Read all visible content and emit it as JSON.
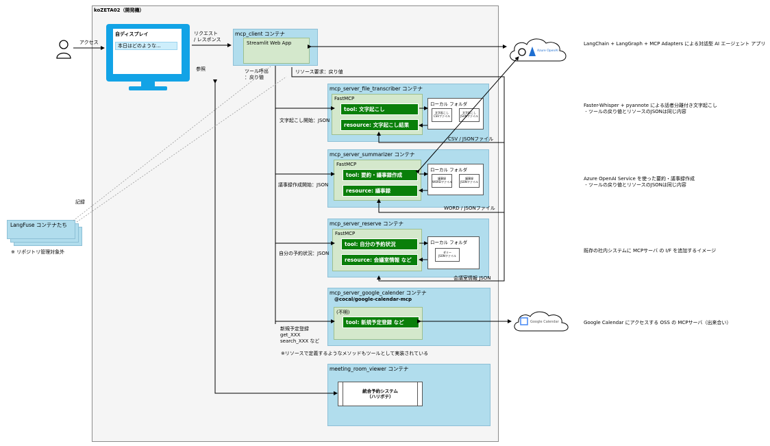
{
  "host": {
    "title": "koZETA02（開発機）"
  },
  "access_label": "アクセス",
  "display": {
    "title": "自ディスプレイ",
    "input_text": "本日はどのような..."
  },
  "request_label": "リクエスト\n/ レスポンス",
  "ref_label": "参照",
  "mcp_client": {
    "title": "mcp_client コンテナ",
    "app": "Streamlit Web App"
  },
  "tool_call_label": "ツール呼出\n：戻り値",
  "resource_label": "リソース要求：戻り値",
  "transcriber": {
    "title": "mcp_server_file_transcriber コンテナ",
    "fastmcp": "FastMCP",
    "tool": "tool: 文字起こし",
    "resource": "resource: 文字起こし結果",
    "folder": "ローカル フォルダ",
    "doc1": "文字起こし\nCSVファイル",
    "doc2": "文字起こし\nJSONファイル",
    "file_label": "CSV / JSONファイル",
    "start_label": "文字起こし開始：JSON"
  },
  "summarizer": {
    "title": "mcp_server_summarizer コンテナ",
    "fastmcp": "FastMCP",
    "tool": "tool: 要約・議事録作成",
    "resource": "resource: 議事録",
    "folder": "ローカル フォルダ",
    "doc1": "議事録\nWORDファイル",
    "doc2": "議事録\nJSONファイル",
    "file_label": "WORD / JSONファイル",
    "start_label": "議事録作成開始：JSON"
  },
  "reserve": {
    "title": "mcp_server_reserve コンテナ",
    "fastmcp": "FastMCP",
    "tool": "tool: 自分の予約状況",
    "resource": "resource: 会議室情報 など",
    "folder": "ローカル フォルダ",
    "doc1": "ダミー\nJSONファイル",
    "file_label": "会議室情報 JSON",
    "start_label": "自分の予約状況：JSON"
  },
  "google": {
    "title": "mcp_server_google_calender コンテナ",
    "package": "@cocal/google-calendar-mcp",
    "unknown": "(不明)",
    "tool": "tool: 新規予定登録 など",
    "calls": "新規予定登録\nget_XXX\nsearch_XXX など",
    "note": "※リソースで定義するようなメソッドもツールとして実装されている",
    "cloud": "Google Calendar"
  },
  "viewer": {
    "title": "meeting_room_viewer コンテナ",
    "system": "統合予約システム\n（ハリボテ）"
  },
  "langfuse": {
    "title": "LangFuse コンテナたち",
    "note": "※ リポジトリ管理対象外",
    "record_label": "記録"
  },
  "azure": {
    "cloud": "Azure OpenAI"
  },
  "notes": {
    "n1": "LangChain + LangGraph + MCP Adapters による対話型 AI エージェント アプリ",
    "n2": "Faster-Whisper + pyannote による話者分離付き文字起こし\n - ツールの戻り値とリソースのJSONは同じ内容",
    "n3": "Azure OpenAI Service を使った要約・議事録作成\n - ツールの戻り値とリソースのJSONは同じ内容",
    "n4": "既存の社内システムに MCPサーバ の I/F を追加するイメージ",
    "n5": "Google Calendar にアクセスする OSS の MCPサーバ（出来合い）"
  },
  "colors": {
    "container": "#b1dded",
    "fastmcp": "#d4e8cc",
    "button": "#0a7f0a",
    "monitor": "#12a3e6"
  }
}
